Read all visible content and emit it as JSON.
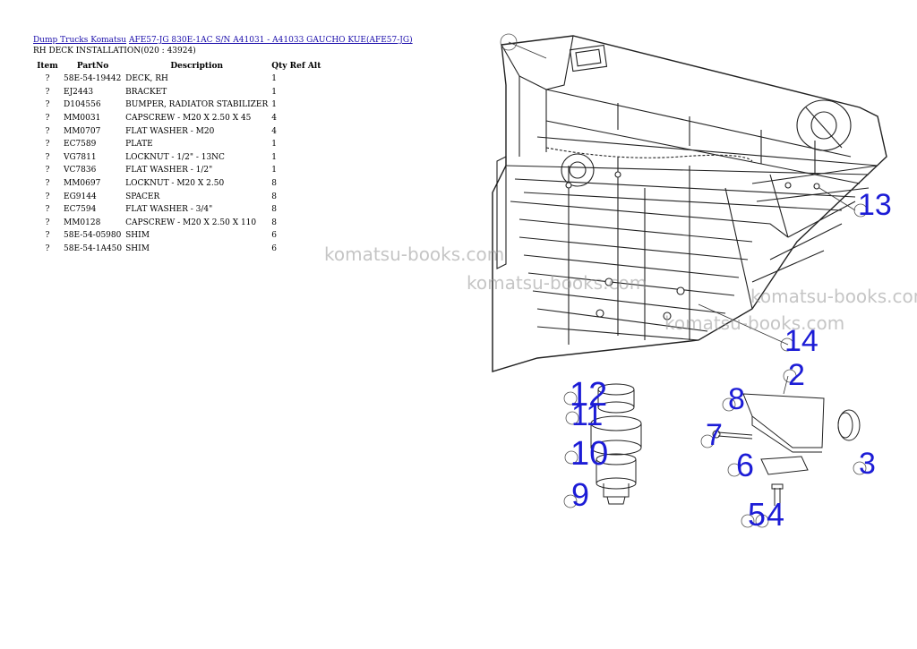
{
  "breadcrumb": {
    "link1": "Dump Trucks Komatsu",
    "link2": "AFE57-JG 830E-1AC S/N A41031 - A41033 GAUCHO KUE(AFE57-JG)"
  },
  "title": "RH DECK INSTALLATION(020 : 43924)",
  "table": {
    "headers": {
      "item": "Item",
      "partno": "PartNo",
      "description": "Description",
      "qty": "Qty",
      "ref": "Ref",
      "alt": "Alt"
    },
    "rows": [
      {
        "item": "?",
        "partno": "58E-54-19442",
        "description": "DECK, RH",
        "qty": "1"
      },
      {
        "item": "?",
        "partno": "EJ2443",
        "description": "BRACKET",
        "qty": "1"
      },
      {
        "item": "?",
        "partno": "D104556",
        "description": "BUMPER, RADIATOR STABILIZER",
        "qty": "1"
      },
      {
        "item": "?",
        "partno": "MM0031",
        "description": "CAPSCREW - M20 X 2.50 X 45",
        "qty": "4"
      },
      {
        "item": "?",
        "partno": "MM0707",
        "description": "FLAT WASHER - M20",
        "qty": "4"
      },
      {
        "item": "?",
        "partno": "EC7589",
        "description": "PLATE",
        "qty": "1"
      },
      {
        "item": "?",
        "partno": "VG7811",
        "description": "LOCKNUT - 1/2\" - 13NC",
        "qty": "1"
      },
      {
        "item": "?",
        "partno": "VC7836",
        "description": "FLAT WASHER - 1/2\"",
        "qty": "1"
      },
      {
        "item": "?",
        "partno": "MM0697",
        "description": "LOCKNUT - M20 X 2.50",
        "qty": "8"
      },
      {
        "item": "?",
        "partno": "EG9144",
        "description": "SPACER",
        "qty": "8"
      },
      {
        "item": "?",
        "partno": "EC7594",
        "description": "FLAT WASHER - 3/4\"",
        "qty": "8"
      },
      {
        "item": "?",
        "partno": "MM0128",
        "description": "CAPSCREW - M20 X 2.50 X 110",
        "qty": "8"
      },
      {
        "item": "?",
        "partno": "58E-54-05980",
        "description": "SHIM",
        "qty": "6"
      },
      {
        "item": "?",
        "partno": "58E-54-1A450",
        "description": "SHIM",
        "qty": "6"
      }
    ]
  },
  "watermark": "komatsu-books.com",
  "callouts": [
    "13",
    "14",
    "2",
    "12",
    "11",
    "10",
    "9",
    "8",
    "7",
    "6",
    "5",
    "4",
    "3"
  ],
  "colors": {
    "callout": "#1c1cd6",
    "link": "#1a0dab",
    "line": "#222222"
  }
}
